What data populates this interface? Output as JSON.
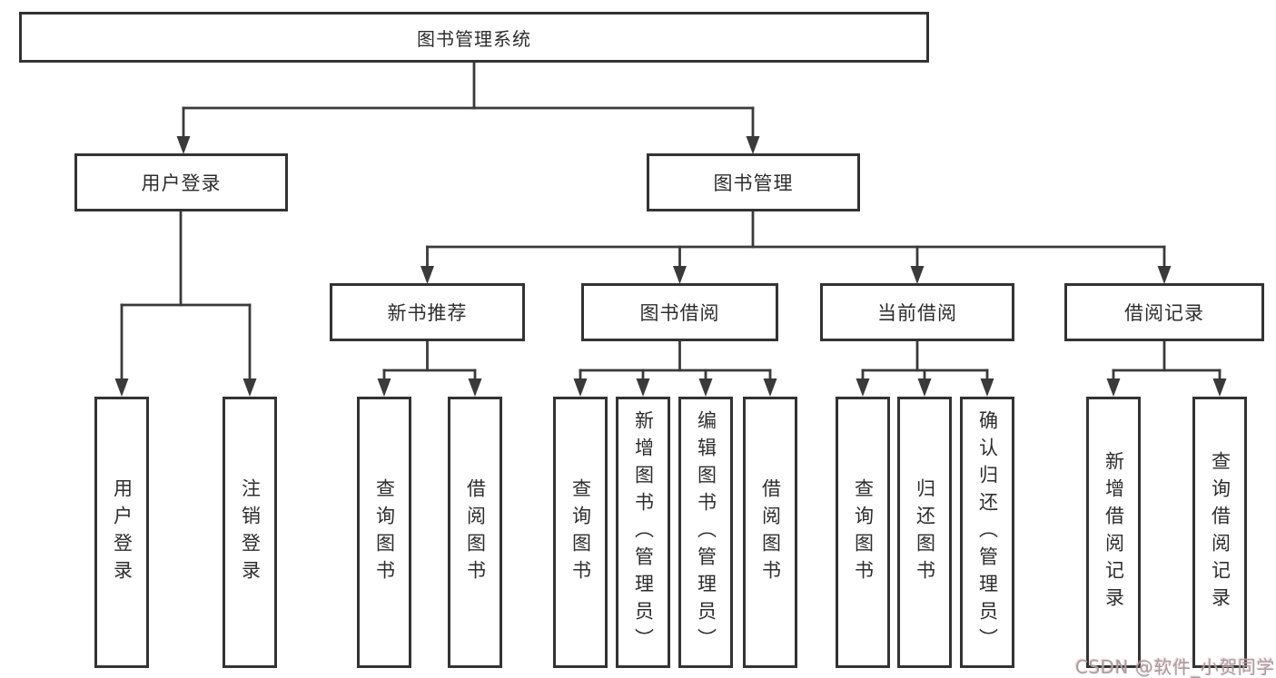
{
  "diagram": {
    "root": {
      "label": "图书管理系统"
    },
    "level2": [
      {
        "label": "用户登录"
      },
      {
        "label": "图书管理"
      }
    ],
    "level3": [
      {
        "label": "新书推荐"
      },
      {
        "label": "图书借阅"
      },
      {
        "label": "当前借阅"
      },
      {
        "label": "借阅记录"
      }
    ],
    "leaves": [
      {
        "label": "用户登录"
      },
      {
        "label": "注销登录"
      },
      {
        "label": "查询图书"
      },
      {
        "label": "借阅图书"
      },
      {
        "label": "查询图书"
      },
      {
        "label": "新增图书（管理员）"
      },
      {
        "label": "编辑图书（管理员）"
      },
      {
        "label": "借阅图书"
      },
      {
        "label": "查询图书"
      },
      {
        "label": "归还图书"
      },
      {
        "label": "确认归还（管理员）"
      },
      {
        "label": "新增借阅记录"
      },
      {
        "label": "查询借阅记录"
      }
    ]
  },
  "watermark": "CSDN @软件_小贺同学",
  "colors": {
    "line": "#3a3a3a",
    "border": "#333333",
    "text": "#2d2d2d",
    "background": "#ffffff",
    "watermark": "#a0a0a6"
  }
}
